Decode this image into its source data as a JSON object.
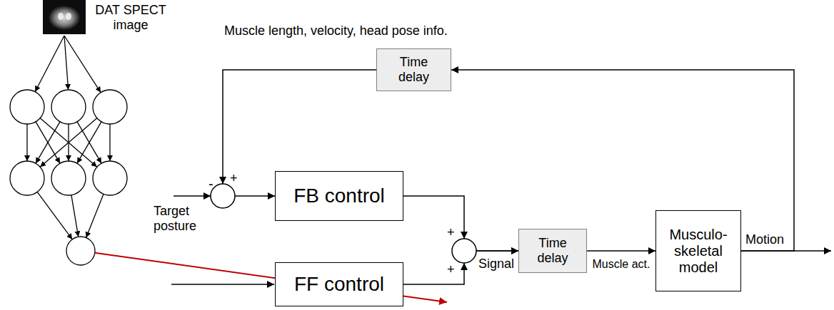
{
  "diagram": {
    "nodes": [
      {
        "text": [
          "Time delay"
        ]
      },
      {
        "text": [
          "FB control"
        ]
      },
      {
        "text": [
          "FF control"
        ]
      },
      {
        "text": [
          "Time delay"
        ]
      },
      {
        "text": [
          "Musculo- skeletal model"
        ]
      }
    ],
    "edges": [
      {
        "from": 4,
        "to": 0,
        "arrow": "to"
      },
      {
        "from": 0,
        "to": 1,
        "arrow": "to"
      },
      {
        "from": 1,
        "to": 3,
        "arrow": "to"
      },
      {
        "from": 2,
        "to": 3,
        "arrow": "to"
      },
      {
        "from": 3,
        "to": 4,
        "arrow": "to"
      }
    ],
    "labels": [
      "DAT SPECT image",
      "Muscle length, velocity, head pose info.",
      "-",
      "+",
      "Target posture",
      "+",
      "+",
      "Signal",
      "Muscle act.",
      "Motion"
    ]
  }
}
